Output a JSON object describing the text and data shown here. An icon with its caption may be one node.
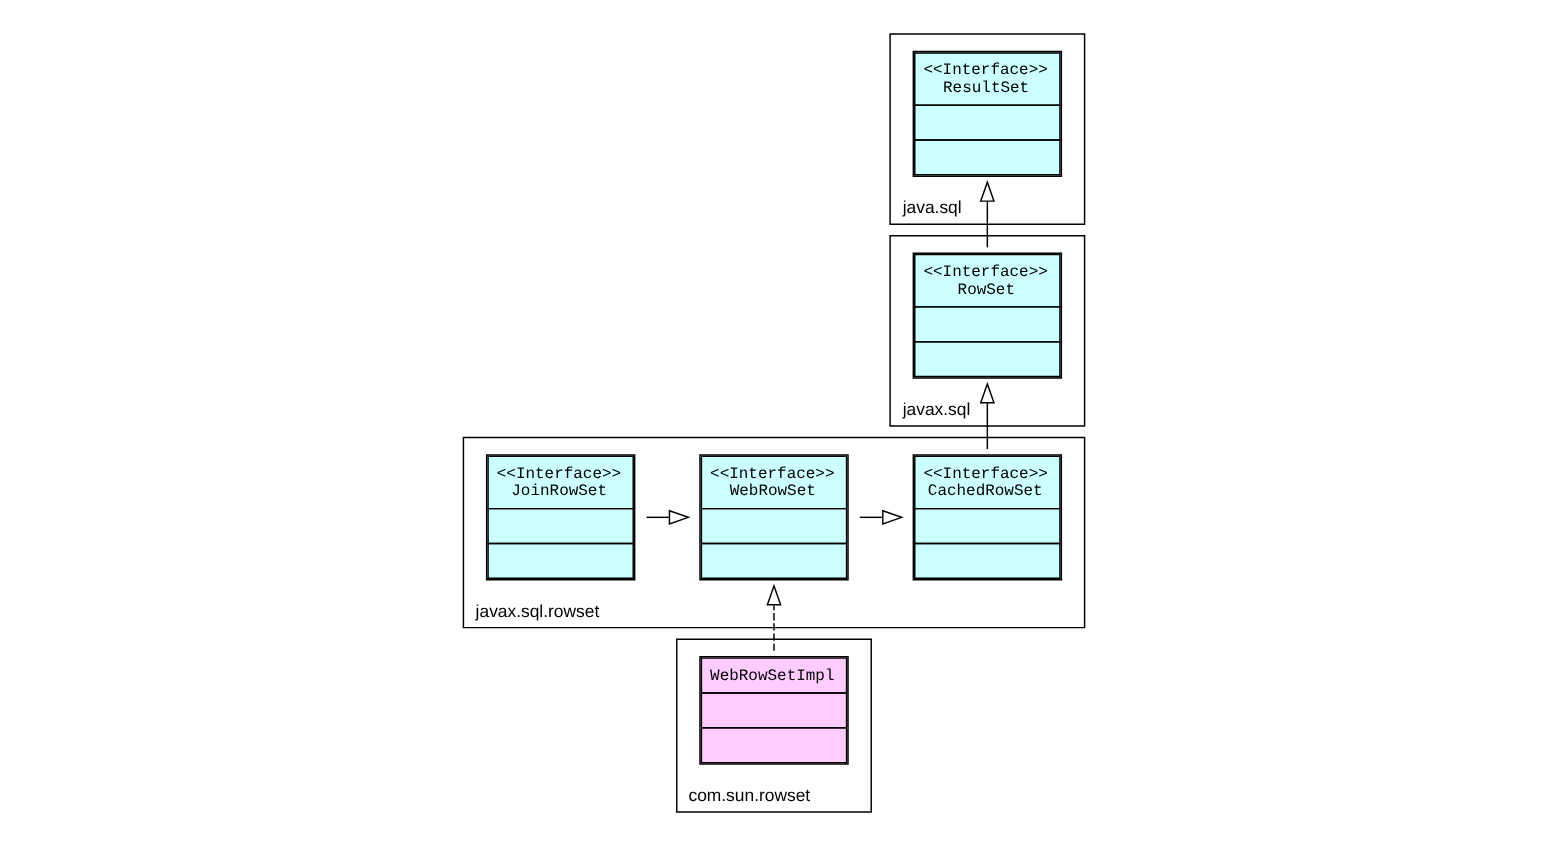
{
  "diagram": {
    "nodes": [
      {
        "text": [
          "java.sql"
        ]
      },
      {
        "text": [
          "<<Interface>>",
          "ResultSet"
        ],
        "in": 0
      },
      {
        "text": [
          "javax.sql.rowset"
        ]
      },
      {
        "text": [
          "<<Interface>>",
          "CachedRowSet"
        ],
        "in": 2
      },
      {
        "text": [
          "<<Interface>>",
          "WebRowSet"
        ],
        "in": 2
      },
      {
        "text": [
          "<<Interface>>",
          "JoinRowSet"
        ],
        "in": 2
      },
      {
        "text": [
          "javax.sql"
        ]
      },
      {
        "text": [
          "<<Interface>>",
          "RowSet"
        ],
        "in": 6
      },
      {
        "text": [
          "com.sun.rowset"
        ]
      },
      {
        "text": [
          "WebRowSetImpl"
        ],
        "in": 8
      }
    ],
    "edges": [
      {
        "from": 7,
        "to": 1,
        "arrow": "to"
      },
      {
        "from": 3,
        "to": 7,
        "arrow": "to"
      },
      {
        "from": 4,
        "to": 3,
        "arrow": "to"
      },
      {
        "from": 5,
        "to": 4,
        "arrow": "to"
      },
      {
        "from": 9,
        "to": 4,
        "arrow": "to",
        "style": "dashed"
      }
    ]
  }
}
